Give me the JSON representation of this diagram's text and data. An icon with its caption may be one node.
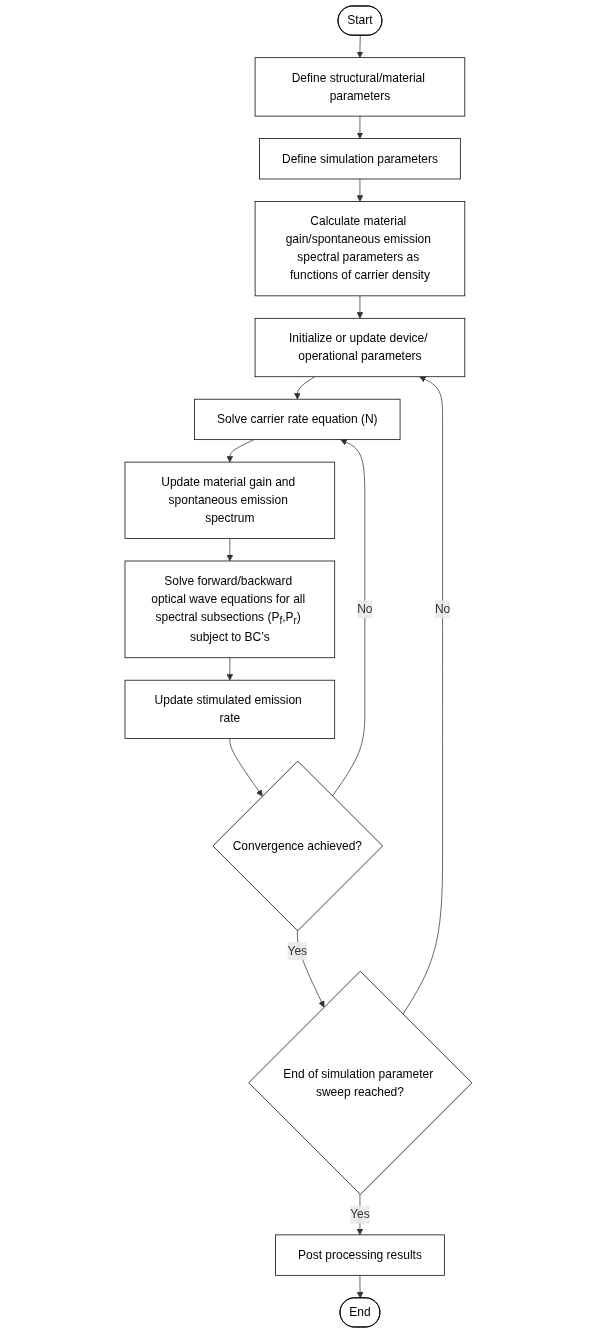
{
  "diagram": {
    "nodes": [
      {
        "text": [
          "Start"
        ]
      },
      {
        "text": [
          "Define structural/material parameters"
        ]
      },
      {
        "text": [
          "Define simulation parameters"
        ]
      },
      {
        "text": [
          "Calculate material gain/spontaneous emission spectral parameters as functions of carrier density"
        ]
      },
      {
        "text": [
          "Initialize or update device/ operational parameters"
        ]
      },
      {
        "text": [
          "Solve carrier rate equation (N)"
        ]
      },
      {
        "text": [
          "Update material gain and spontaneous emission spectrum"
        ]
      },
      {
        "text": [
          "Solve forward/backward optical wave equations for all spectral subsections (P$_{f}$,P$_{r}$) subject to BC’s"
        ]
      },
      {
        "text": [
          "Update stimulated emission rate"
        ]
      },
      {
        "text": [
          "Convergence achieved?"
        ]
      },
      {
        "text": [
          "End of simulation parameter sweep reached?"
        ]
      },
      {
        "text": [
          "Post processing results"
        ]
      },
      {
        "text": [
          "End"
        ]
      }
    ],
    "edges": [
      {
        "from": 0,
        "to": 1,
        "arrow": "to"
      },
      {
        "from": 1,
        "to": 2,
        "arrow": "to"
      },
      {
        "from": 2,
        "to": 3,
        "arrow": "to"
      },
      {
        "from": 3,
        "to": 4,
        "arrow": "to"
      },
      {
        "from": 4,
        "to": 5,
        "arrow": "to"
      },
      {
        "from": 5,
        "to": 6,
        "arrow": "to"
      },
      {
        "from": 6,
        "to": 7,
        "arrow": "to"
      },
      {
        "from": 7,
        "to": 8,
        "arrow": "to"
      },
      {
        "from": 8,
        "to": 9,
        "arrow": "to"
      },
      {
        "from": 9,
        "to": 5,
        "label": "No",
        "arrow": "to"
      },
      {
        "from": 9,
        "to": 10,
        "label": "Yes",
        "arrow": "to"
      },
      {
        "from": 10,
        "to": 4,
        "label": "No",
        "arrow": "to"
      },
      {
        "from": 10,
        "to": 11,
        "label": "Yes",
        "arrow": "to"
      },
      {
        "from": 11,
        "to": 12,
        "arrow": "to"
      }
    ]
  }
}
